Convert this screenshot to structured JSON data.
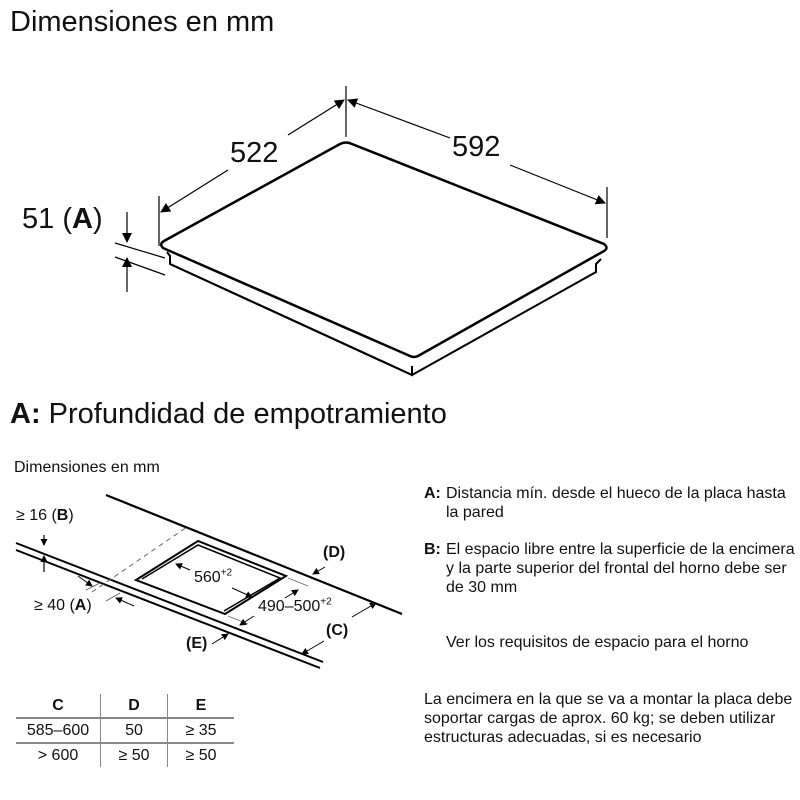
{
  "header": {
    "title": "Dimensiones en mm"
  },
  "top_diagram": {
    "depth_label": "522",
    "width_label": "592",
    "height_value": "51",
    "height_ref_open": "(",
    "height_ref_key": "A",
    "height_ref_close": ")"
  },
  "section": {
    "key": "A:",
    "title": "Profundidad de empotramiento"
  },
  "cutout_diagram": {
    "subtitle": "Dimensiones en mm",
    "b_label_prefix": "≥ 16 (",
    "b_label_key": "B",
    "b_label_suffix": ")",
    "a_label_prefix": "≥ 40 (",
    "a_label_key": "A",
    "a_label_suffix": ")",
    "cutout_width": "560",
    "cutout_width_tol": "+2",
    "cutout_depth": "490–500",
    "cutout_depth_tol": "+2",
    "d_label": "(D)",
    "c_label": "(C)",
    "e_label": "(E)"
  },
  "notes": [
    {
      "key": "A:",
      "text": "Distancia mín. desde el hueco de la placa hasta la pared"
    },
    {
      "key": "B:",
      "text": "El espacio libre entre la superficie de la encimera y la parte superior del frontal del horno debe ser de 30 mm"
    },
    {
      "key": "",
      "text": "Ver los requisitos de espacio para el horno"
    },
    {
      "key": "",
      "text": "La encimera en la que se va a montar la placa debe soportar cargas de aprox. 60 kg; se deben utilizar estructuras adecuadas, si es necesario"
    }
  ],
  "clearance_table": {
    "headers": [
      "C",
      "D",
      "E"
    ],
    "rows": [
      [
        "585–600",
        "50",
        "≥ 35"
      ],
      [
        "> 600",
        "≥ 50",
        "≥ 50"
      ]
    ]
  }
}
